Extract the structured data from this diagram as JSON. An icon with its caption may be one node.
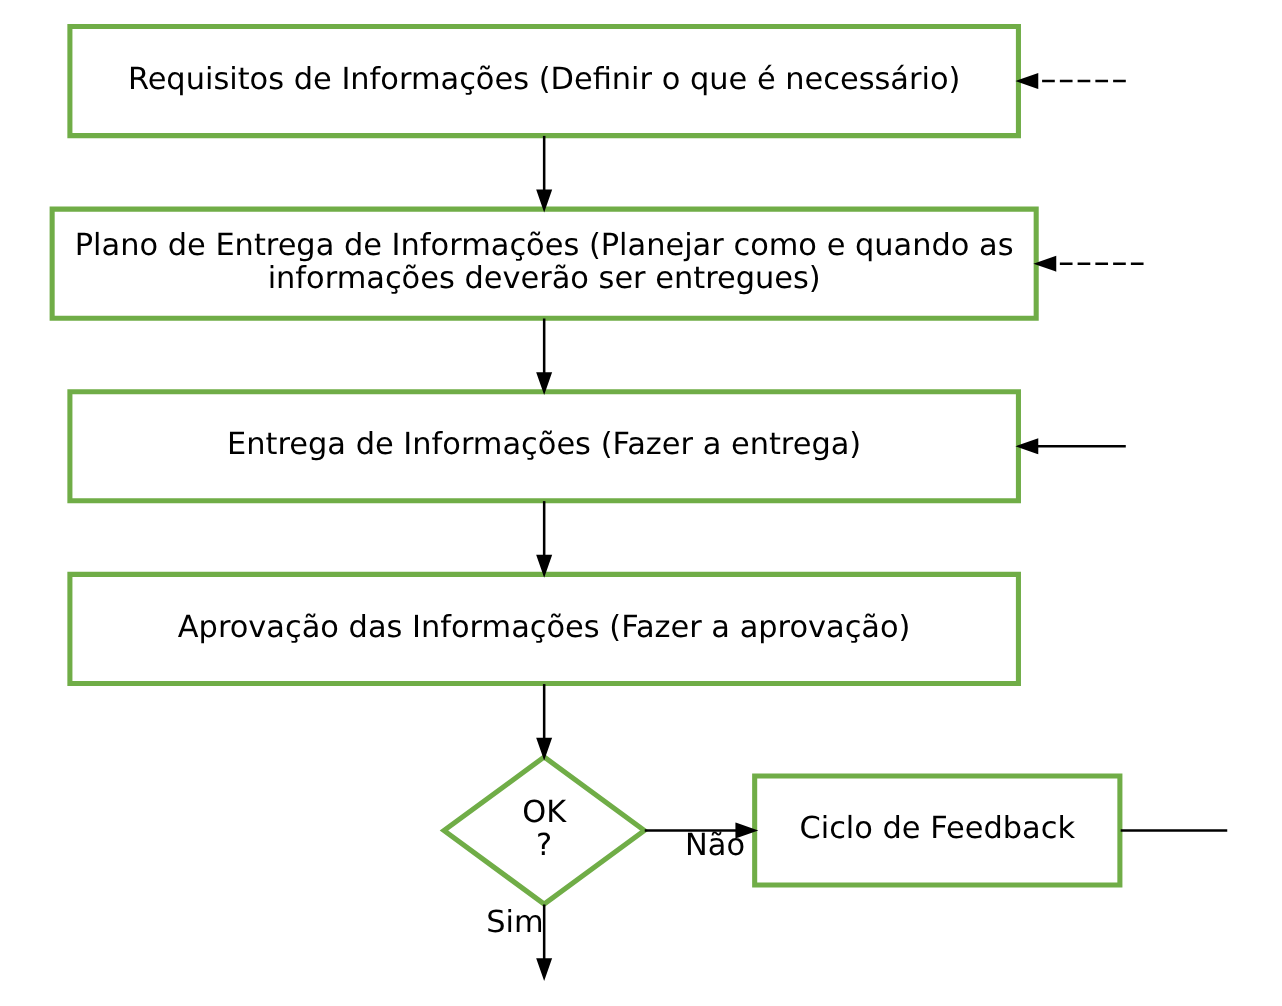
{
  "diagram": {
    "nodes": [
      {
        "text": [
          "Requisitos de Informações (Definir o que é necessário)"
        ]
      },
      {
        "text": [
          "Plano de Entrega de Informações (Planejar como e quando as informações deverão ser entregues)"
        ]
      },
      {
        "text": [
          "Entrega de Informações (Fazer a entrega)"
        ]
      },
      {
        "text": [
          "Aprovação das Informações (Fazer a aprovação)"
        ]
      },
      {
        "text": [
          "OK ?"
        ]
      },
      {
        "text": [
          "Ciclo de Feedback"
        ]
      }
    ],
    "edges": [
      {
        "from": 0,
        "to": 1,
        "arrow": "to"
      },
      {
        "from": 1,
        "to": 2,
        "arrow": "to"
      },
      {
        "from": 2,
        "to": 3,
        "arrow": "to"
      },
      {
        "from": 3,
        "to": 4,
        "arrow": "to"
      },
      {
        "from": 4,
        "to": 5,
        "arrow": "to",
        "label": "Não"
      },
      {
        "from": 4,
        "to": null,
        "arrow": "to",
        "label": "Sim"
      },
      {
        "from": 5,
        "to": null,
        "arrow": "none"
      },
      {
        "from": null,
        "to": 0,
        "arrow": "to",
        "style": "dashed"
      },
      {
        "from": null,
        "to": 1,
        "arrow": "to",
        "style": "dashed"
      },
      {
        "from": null,
        "to": 2,
        "arrow": "to"
      }
    ]
  }
}
